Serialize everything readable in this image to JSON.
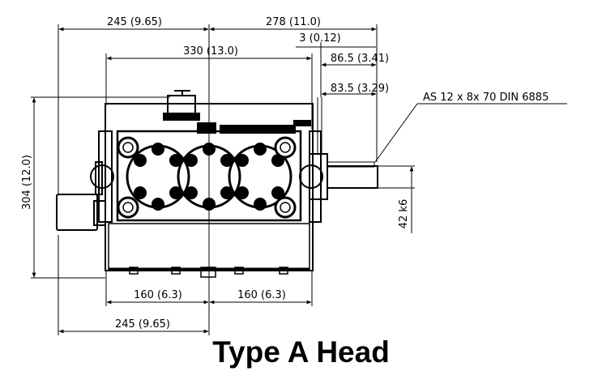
{
  "title": "Type A Head",
  "dimensions": {
    "top_left_width": "245 (9.65)",
    "top_right_width": "278 (11.0)",
    "shaft_offset": "3 (0.12)",
    "head_width": "330 (13.0)",
    "shaft_length": "86.5 (3.41)",
    "key_length": "83.5 (3.29)",
    "overall_height": "304 (12.0)",
    "shaft_diameter": "42 k6",
    "base_left": "160 (6.3)",
    "base_right": "160 (6.3)",
    "bottom_width": "245 (9.65)"
  },
  "callout": {
    "key_spec": "AS 12 x 8x 70 DIN 6885"
  },
  "colors": {
    "line": "#000000",
    "background": "#ffffff"
  }
}
